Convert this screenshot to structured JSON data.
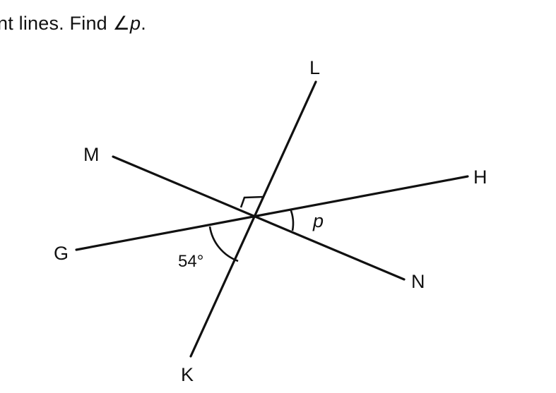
{
  "question": {
    "text_start": "nt lines. Find ∠",
    "variable": "p",
    "text_end": "."
  },
  "diagram": {
    "point_labels": {
      "L": "L",
      "M": "M",
      "H": "H",
      "G": "G",
      "N": "N",
      "K": "K"
    },
    "angle_label_known": "54°",
    "angle_label_unknown": "p"
  }
}
